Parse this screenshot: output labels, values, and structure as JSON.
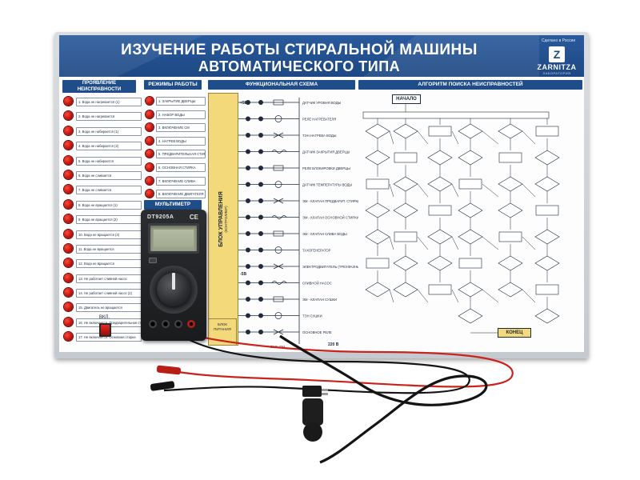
{
  "header": {
    "title_line1": "ИЗУЧЕНИЕ РАБОТЫ СТИРАЛЬНОЙ МАШИНЫ",
    "title_line2": "АВТОМАТИЧЕСКОГО ТИПА",
    "logo_tagline": "Сделано в России",
    "logo_letter": "Z",
    "logo_name": "ZARNITZA",
    "logo_sub": "ЛАБОРАТОРИЯ"
  },
  "sections": {
    "faults": "ПРОЯВЛЕНИЕ НЕИСПРАВНОСТИ",
    "modes": "РЕЖИМЫ РАБОТЫ",
    "schema": "ФУНКЦИОНАЛЬНАЯ СХЕМА",
    "algorithm": "АЛГОРИТМ ПОИСКА НЕИСПРАВНОСТЕЙ",
    "multimeter": "МУЛЬТИМЕТР"
  },
  "faults": [
    "1. Вода не нагревается (1)",
    "2. Вода не нагревается",
    "3. Вода не набирается (1)",
    "4. Вода не набирается (2)",
    "5. Вода не набирается",
    "6. Вода не сливается",
    "7. Вода не сливается",
    "8. Вода не вращается (1)",
    "9. Вода не вращается (2)",
    "10. Вода не вращается (3)",
    "11. Вода не вращается",
    "12. Вода не вращается",
    "13. Не работает сливной насос",
    "14. Не работает сливной насос (2)",
    "15. Двигатель не вращается",
    "16. Не включается. Предварительная стирка",
    "17. Не включается. Основная стирка"
  ],
  "modes": [
    "1. ЗАКРЫТИЕ ДВЕРЦЫ",
    "2. НАБОР ВОДЫ",
    "3. ВКЛЮЧЕНИЕ СМ",
    "4. НАГРЕВ ВОДЫ",
    "5. ПРЕДВАРИТЕЛЬНАЯ СТИРКА",
    "6. ОСНОВНАЯ СТИРКА",
    "7. ВКЛЮЧЕНИЕ СЛИВА",
    "8. ВКЛЮЧЕНИЕ ДВИГАТЕЛЯ"
  ],
  "power": {
    "label": "ВКЛ."
  },
  "control_block": {
    "title": "БЛОК УПРАВЛЕНИЯ",
    "subtitle": "(КОНТРОЛЛЕР)",
    "v_plus": "+5В",
    "v_minus": "-5В",
    "power_block": "БЛОК ПИТАНИЯ"
  },
  "schema": {
    "items": [
      "ДАТЧИК УРОВНЯ ВОДЫ",
      "РЕЛЕ НАГРЕВАТЕЛЯ",
      "ТЭН НАГРЕВА ВОДЫ",
      "ДАТЧИК ЗАКРЫТИЯ ДВЕРЦЫ",
      "РЕЛЕ БЛОКИРОВКИ ДВЕРЦЫ",
      "ДАТЧИК ТЕМПЕРАТУРЫ ВОДЫ",
      "ЭМ - КЛАПАН ПРЕДВАРИТ. СТИРКИ",
      "ЭМ - КЛАПАН ОСНОВНОЙ СТИРКИ",
      "ЭМ - КЛАПАН СЛИВА ВОДЫ",
      "ТАХОГЕНЕРАТОР",
      "ЭЛЕКТРОДВИГАТЕЛЬ (ТРЕХФАЗНЫЙ)",
      "СЛИВНОЙ НАСОС",
      "ЭМ - КЛАПАН СУШКИ",
      "ТЭН СУШКИ",
      "ОСНОВНОЕ РЕЛЕ"
    ],
    "voltage": "220 В",
    "switch_label": "ВКЛ. СМ"
  },
  "algorithm": {
    "start": "НАЧАЛО",
    "end": "КОНЕЦ"
  },
  "multimeter": {
    "brand": "DT9205A",
    "ce": "CE"
  },
  "colors": {
    "header_blue": "#1d4883",
    "lamp_red": "#c2140e",
    "block_yellow": "#f3d97a",
    "cable_red": "#c8231c",
    "cable_black": "#141414"
  }
}
